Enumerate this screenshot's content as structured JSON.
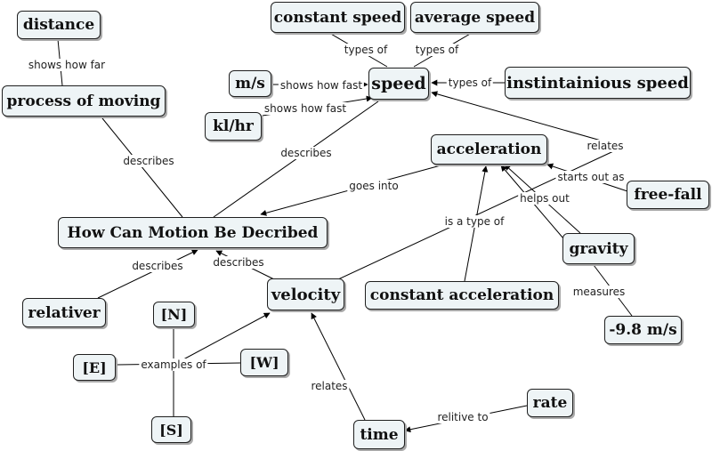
{
  "concept_map": {
    "nodes": {
      "distance": "distance",
      "process_of_moving": "process of moving",
      "constant_speed": "constant speed",
      "average_speed": "average speed",
      "ms": "m/s",
      "speed": "speed",
      "instantaneous_speed": "instintainious speed",
      "klhr": "kl/hr",
      "acceleration": "acceleration",
      "free_fall": "free-fall",
      "how_can_motion": "How Can Motion Be Decribed",
      "gravity": "gravity",
      "relativer": "relativer",
      "velocity": "velocity",
      "constant_acceleration": "constant acceleration",
      "n": "[N]",
      "e": "[E]",
      "w": "[W]",
      "neg_9_8": "-9.8 m/s",
      "s": "[S]",
      "rate": "rate",
      "time": "time"
    },
    "links": {
      "shows_how_far": "shows how far",
      "types_of_1": "types of",
      "types_of_2": "types of",
      "shows_how_fast_1": "shows how fast",
      "types_of_3": "types of",
      "shows_how_fast_2": "shows how fast",
      "describes_1": "describes",
      "describes_2": "describes",
      "relates_1": "relates",
      "starts_out_as": "starts out as",
      "goes_into": "goes into",
      "helps_out": "helps out",
      "is_a_type_of": "is a type of",
      "describes_3": "describes",
      "describes_4": "describes",
      "measures": "measures",
      "examples_of": "examples of",
      "relates_2": "relates",
      "relitive_to": "relitive to"
    }
  }
}
